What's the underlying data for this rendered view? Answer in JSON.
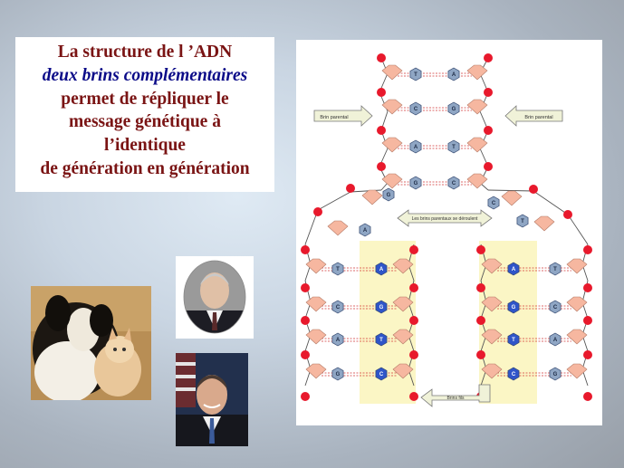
{
  "title": {
    "line1": "La structure de l ’ADN",
    "line2": "deux brins complémentaires",
    "line3": "permet de répliquer le",
    "line4": "message génétique à",
    "line5": "l’identique",
    "line6": "de génération en génération"
  },
  "diagram": {
    "label_parental_left": "Brin parental",
    "label_parental_right": "Brin parental",
    "label_unwind": "Les brins parentaux se déroulent",
    "label_daughter": "Brins fils",
    "base_letters_top": [
      "T",
      "A",
      "C",
      "G",
      "A",
      "T",
      "G",
      "C"
    ],
    "base_letters_fork": [
      "G",
      "A",
      "C",
      "T"
    ],
    "base_letters_left": [
      "T",
      "A",
      "C",
      "G",
      "A",
      "T",
      "G",
      "C"
    ],
    "base_letters_right": [
      "A",
      "T",
      "G",
      "C",
      "T",
      "A",
      "C",
      "G"
    ],
    "colors": {
      "phosphate": "#e8192c",
      "sugar": "#f6b7a0",
      "base": "#8fa6c4",
      "new_base": "#2f55c9",
      "highlight": "#fbf6c5",
      "arrow": "#f0f2d8"
    }
  }
}
